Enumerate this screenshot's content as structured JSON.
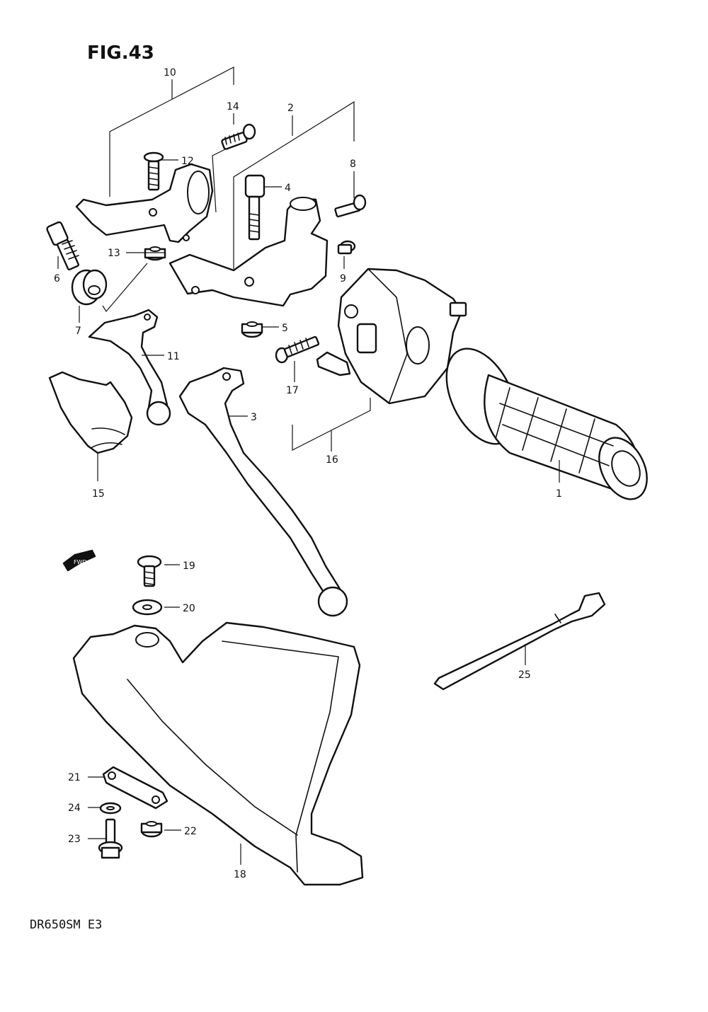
{
  "figure": {
    "title": "FIG.43",
    "model_code": "DR650SM  E3"
  },
  "fwd_badge": "FWD",
  "callouts": [
    "1",
    "2",
    "3",
    "4",
    "5",
    "6",
    "7",
    "8",
    "9",
    "10",
    "11",
    "12",
    "13",
    "14",
    "15",
    "16",
    "17",
    "18",
    "19",
    "20",
    "21",
    "22",
    "23",
    "24",
    "25"
  ],
  "icons": {
    "fwd": "fwd-arrow-icon",
    "grip": "handlebar-grip-icon",
    "switch": "handlebar-switch-icon",
    "clutch_lever": "clutch-lever-icon",
    "brake_lever": "brake-lever-icon",
    "handguard": "handguard-icon",
    "cable_tie": "cable-tie-icon"
  }
}
